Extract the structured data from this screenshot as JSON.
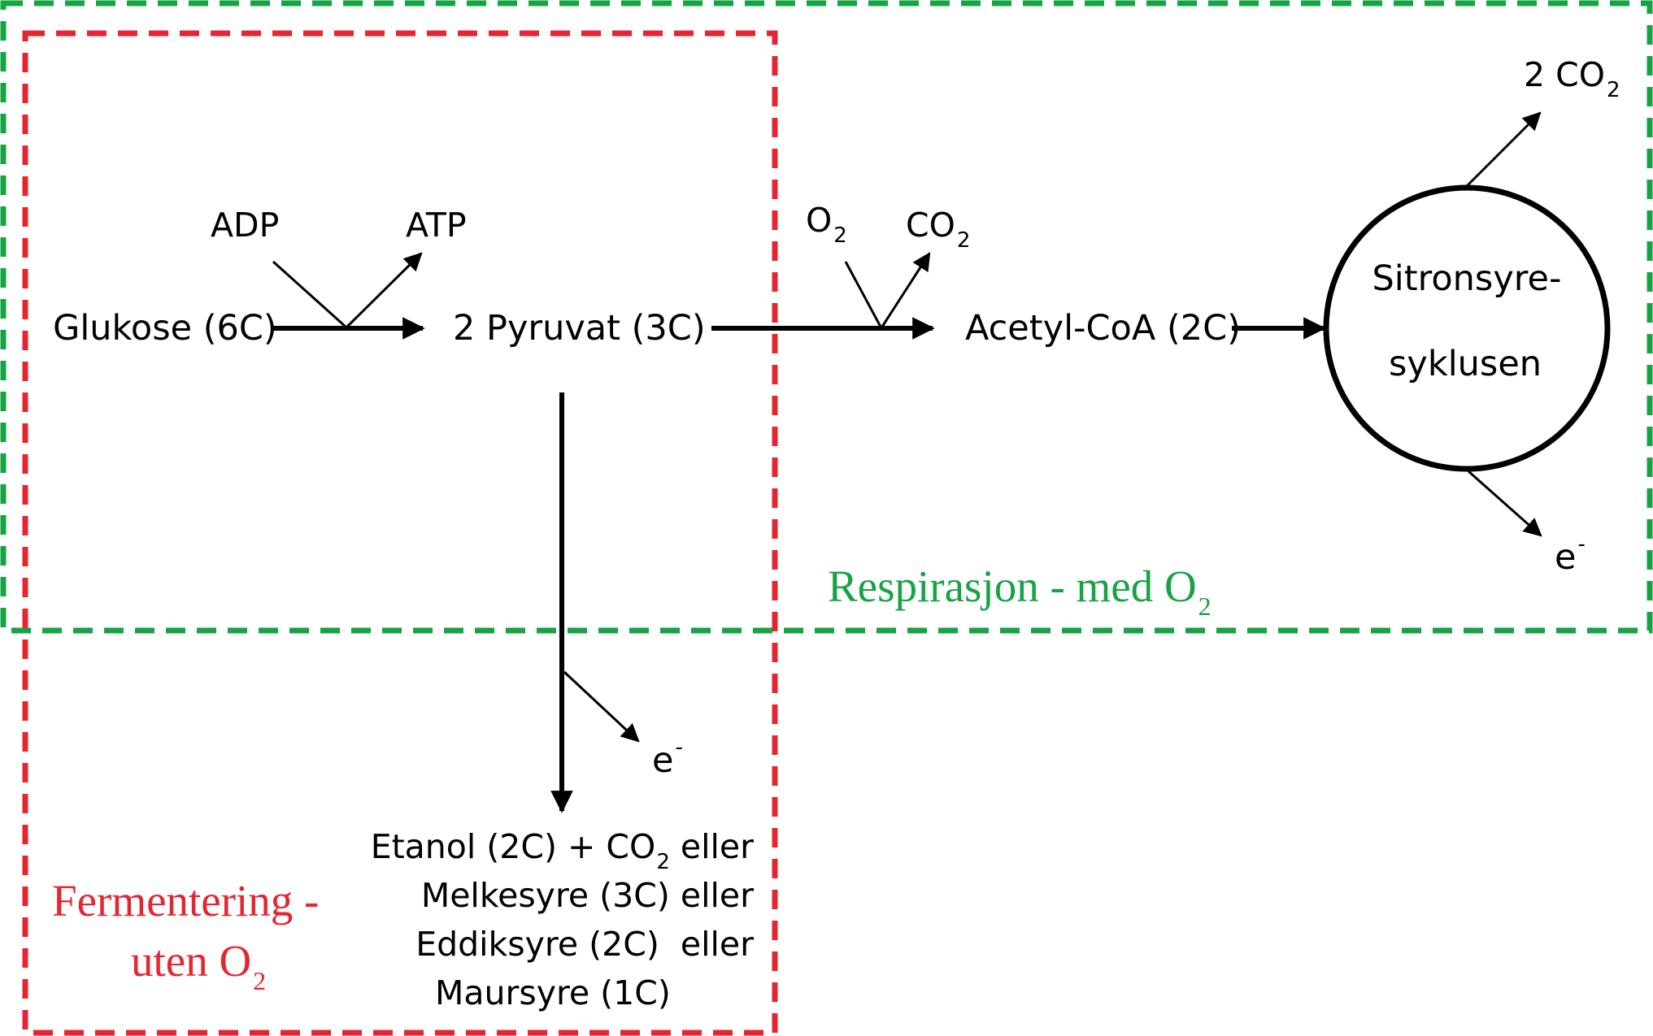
{
  "colors": {
    "respiration_box": "#17a345",
    "fermentation_box": "#e52630",
    "ink": "#000000"
  },
  "regions": {
    "respiration": {
      "label": "Respirasjon - med O",
      "sub": "2"
    },
    "fermentation": {
      "line1": "Fermentering -",
      "line2": "uten O",
      "sub": "2"
    }
  },
  "nodes": {
    "glukose": "Glukose (6C)",
    "pyruvat": "2 Pyruvat (3C)",
    "acetyl": "Acetyl-CoA (2C)",
    "cycle_line1": "Sitronsyre-",
    "cycle_line2": "syklusen"
  },
  "side_labels": {
    "adp": "ADP",
    "atp": "ATP",
    "o2": {
      "main": "O",
      "sub": "2"
    },
    "co2_acetyl": {
      "main": "CO",
      "sub": "2"
    },
    "co2_cycle": {
      "main": "2 CO",
      "sub": "2"
    },
    "e_cycle": {
      "main": "e",
      "sup": "-"
    },
    "e_ferment": {
      "main": "e",
      "sup": "-"
    }
  },
  "products": {
    "line1_pre": "Etanol (2C) + CO",
    "line1_sub": "2",
    "line1_post": " eller",
    "line2": "Melkesyre (3C) eller",
    "line3": "Eddiksyre (2C)  eller",
    "line4": "Maursyre (1C)"
  }
}
